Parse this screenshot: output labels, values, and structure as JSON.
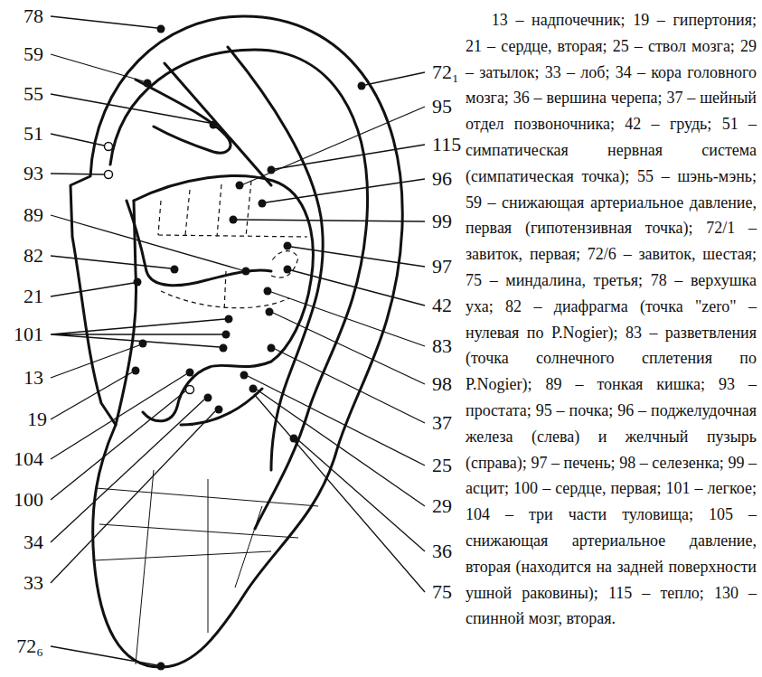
{
  "diagram": {
    "labels": [
      "78",
      "59",
      "55",
      "51",
      "93",
      "89",
      "82",
      "21",
      "101",
      "13",
      "19",
      "104",
      "100",
      "34",
      "33",
      "72₆",
      "72₁",
      "95",
      "115",
      "96",
      "99",
      "97",
      "42",
      "83",
      "98",
      "37",
      "25",
      "29",
      "36",
      "75",
      "13 – надпочечник; 19 – гипертония; 21 – сердце, вторая; 25 – ствол мозга; 29 – затылок; 33 – лоб; 34 – кора головного мозга; 36 – вершина черепа; 37 – шейный отдел позвоночника; 42 – грудь; 51 – симпатическая нервная система (симпатическая точка); 55 – шэнь-мэнь; 59 – снижающая артериальное давление, первая (гипотензивная точка); 72/1 – завиток, первая; 72/6 – завиток, шестая; 75 – миндалина, третья; 78 – верхушка уха; 82 – диафрагма (точка \"zero\" – нулевая по P.Nogier); 83 – разветвления (точка солнечного сплетения по P.Nogier); 89 – тонкая кишка; 93 – простата; 95 – почка; 96 – поджелудочная железа (слева) и желчный пузырь (справа); 97 – печень; 98 – селезенка; 99 – асцит; 100 – сердце, первая; 101 – легкое; 104 – три части туловища; 105 – снижающая артериальное давление, вторая (находится на задней поверхности ушной раковины); 115 – тепло; 130 – спинной мозг, вторая."
    ]
  }
}
